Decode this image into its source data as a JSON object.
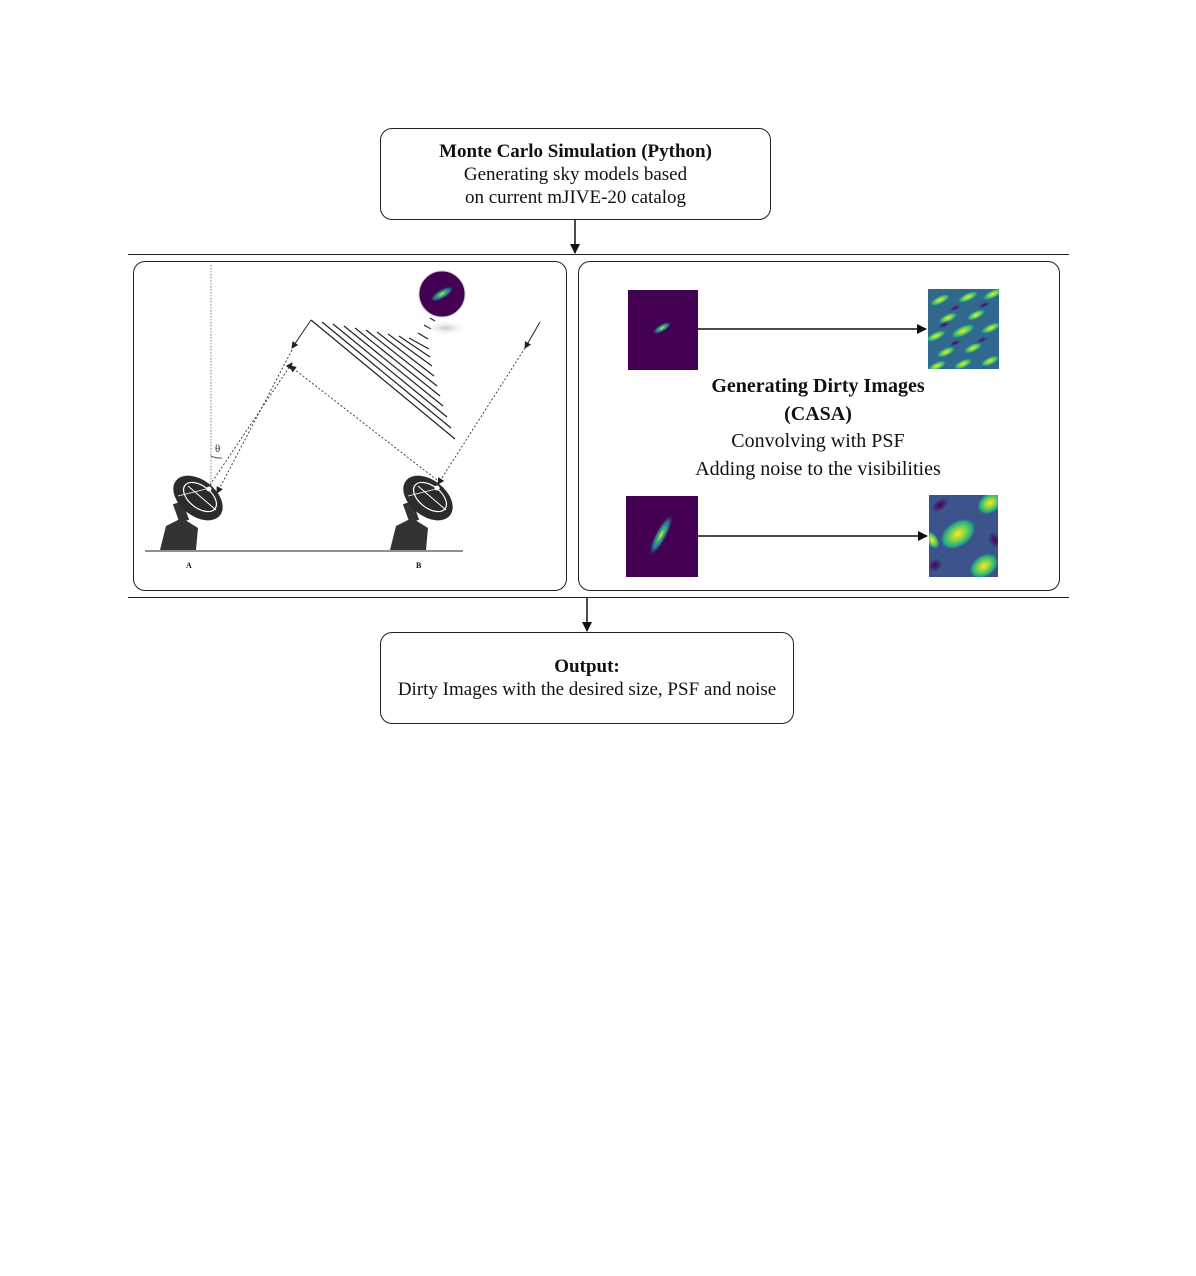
{
  "top_box": {
    "title": "Monte Carlo Simulation (Python)",
    "line1": "Generating sky models based",
    "line2": "on current mJIVE-20 catalog"
  },
  "left_panel": {
    "angle_label": "θ",
    "antenna_a_label": "A",
    "antenna_b_label": "B"
  },
  "right_panel": {
    "title_line1": "Generating Dirty Images",
    "title_line2": "(CASA)",
    "line1": "Convolving with PSF",
    "line2": "Adding noise to the visibilities"
  },
  "output_box": {
    "title": "Output:",
    "line1": "Dirty Images with the desired size, PSF and noise"
  },
  "colors": {
    "viridis_dark": "#440154",
    "viridis_blue": "#31688e",
    "viridis_teal": "#35b779",
    "viridis_yellow": "#fde725"
  }
}
